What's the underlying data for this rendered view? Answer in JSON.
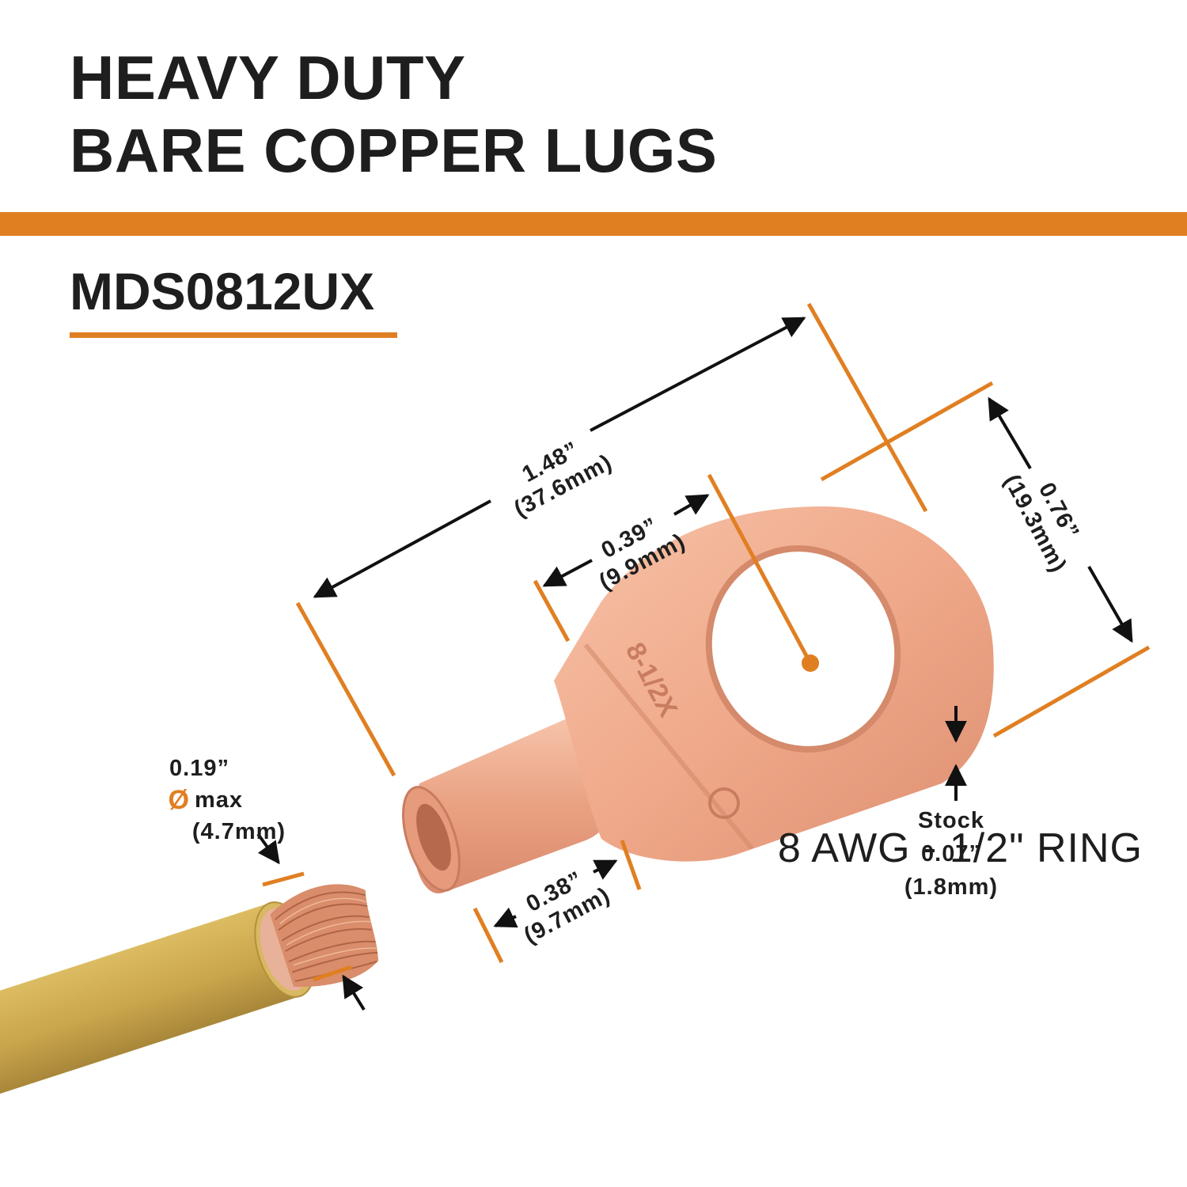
{
  "header": {
    "title_line1": "HEAVY DUTY",
    "title_line2": "BARE COPPER LUGS",
    "model": "MDS0812UX"
  },
  "colors": {
    "accent": "#e07f22",
    "copper": "#f0a98a",
    "copper_dark": "#c97c60",
    "wire_insulation": "#c9a54b",
    "text": "#1e1e1e"
  },
  "dimensions": {
    "overall_length": {
      "imperial": "1.48”",
      "metric": "(37.6mm)"
    },
    "hole_center": {
      "imperial": "0.39”",
      "metric": "(9.9mm)"
    },
    "ring_width": {
      "imperial": "0.76”",
      "metric": "(19.3mm)"
    },
    "barrel_length": {
      "imperial": "0.38”",
      "metric": "(9.7mm)"
    },
    "wire_diameter": {
      "imperial": "0.19”",
      "symbol": "Ø",
      "max": "max",
      "metric": "(4.7mm)"
    },
    "stock": {
      "label": "Stock",
      "imperial": "0.07”",
      "metric": "(1.8mm)"
    }
  },
  "stamp": {
    "text": "8-1/2X"
  },
  "footer": {
    "spec": "8 AWG - 1/2\" RING"
  }
}
